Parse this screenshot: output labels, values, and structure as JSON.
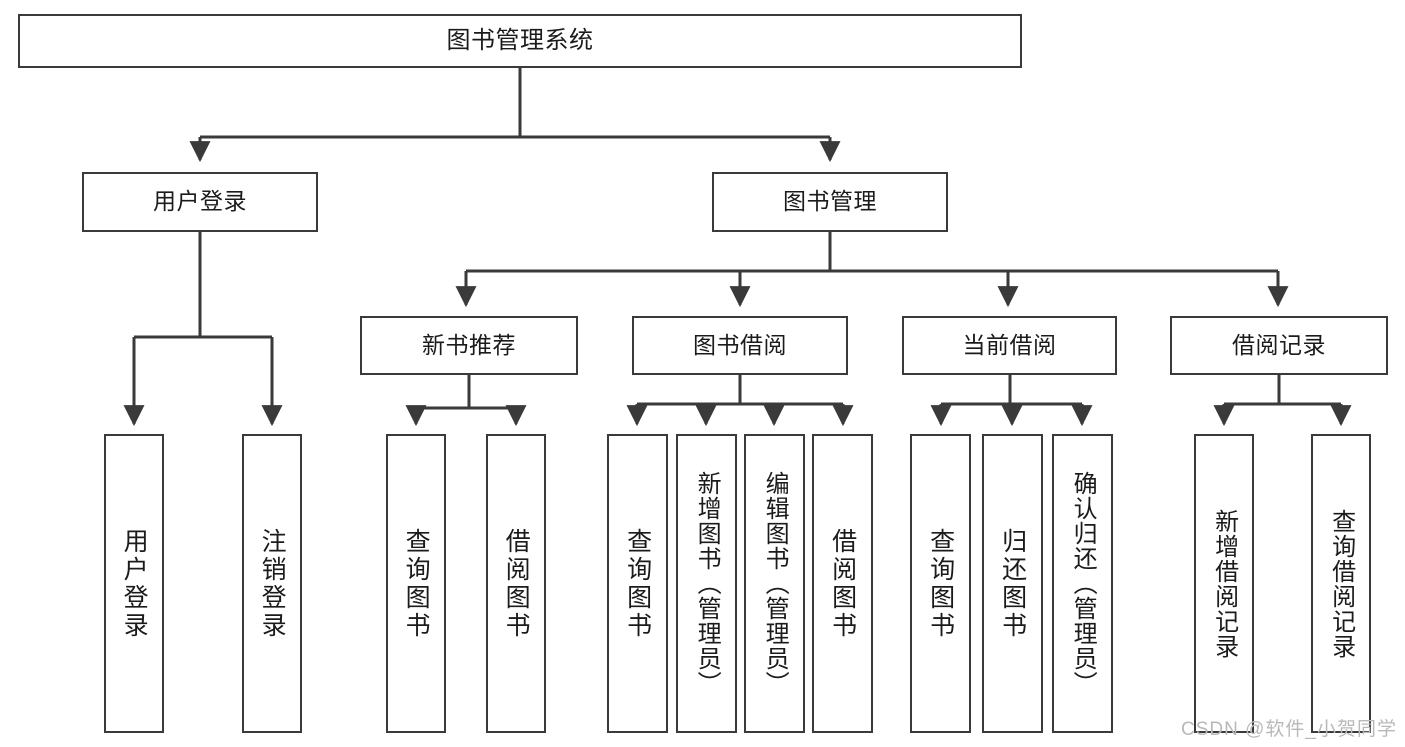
{
  "diagram": {
    "title": "图书管理系统",
    "type": "tree",
    "watermark": "CSDN @软件_小贺同学",
    "colors": {
      "stroke": "#3a3a3a",
      "box_fill": "#ffffff",
      "text": "#1b1b1b",
      "watermark": "#b9b9b9",
      "background": "#ffffff"
    },
    "levels": {
      "root": {
        "label": "图书管理系统"
      },
      "level2": [
        {
          "label": "用户登录"
        },
        {
          "label": "图书管理"
        }
      ],
      "level3": [
        {
          "label": "新书推荐"
        },
        {
          "label": "图书借阅"
        },
        {
          "label": "当前借阅"
        },
        {
          "label": "借阅记录"
        }
      ],
      "level4": {
        "user_login_children": [
          {
            "label": "用户登录"
          },
          {
            "label": "注销登录"
          }
        ],
        "new_book_children": [
          {
            "label": "查询图书"
          },
          {
            "label": "借阅图书"
          }
        ],
        "book_borrow_children": [
          {
            "label": "查询图书"
          },
          {
            "label": "新增图书（管理员）"
          },
          {
            "label": "编辑图书（管理员）"
          },
          {
            "label": "借阅图书"
          }
        ],
        "current_borrow_children": [
          {
            "label": "查询图书"
          },
          {
            "label": "归还图书"
          },
          {
            "label": "确认归还（管理员）"
          }
        ],
        "borrow_record_children": [
          {
            "label": "新增借阅记录"
          },
          {
            "label": "查询借阅记录"
          }
        ]
      }
    }
  }
}
